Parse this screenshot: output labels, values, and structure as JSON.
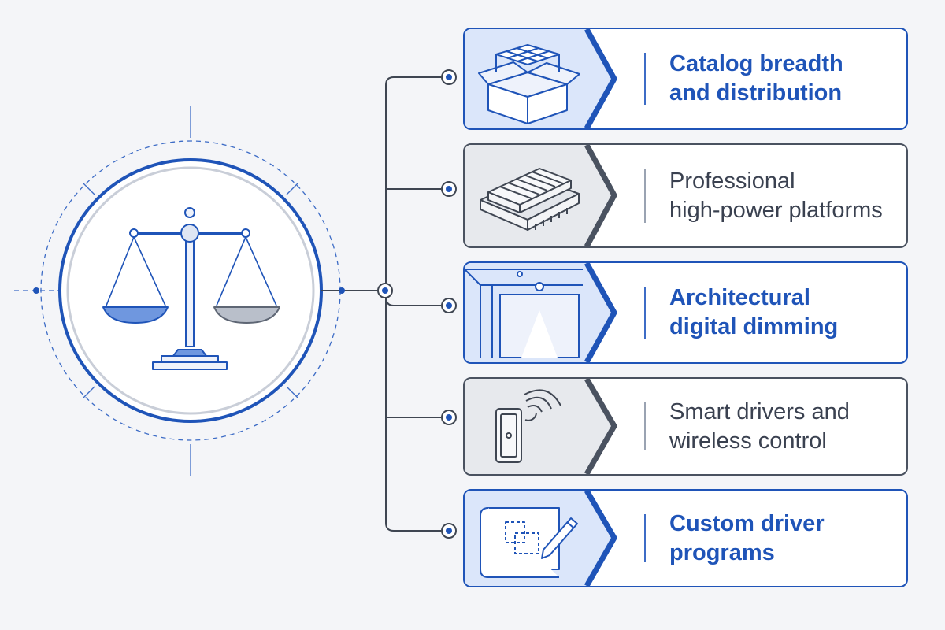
{
  "items": [
    {
      "label": "Catalog breadth\nand distribution",
      "icon": "open-box-icon",
      "style": "blue"
    },
    {
      "label": "Professional\nhigh-power platforms",
      "icon": "heatsink-icon",
      "style": "gray"
    },
    {
      "label": "Architectural\ndigital dimming",
      "icon": "ceiling-light-icon",
      "style": "blue"
    },
    {
      "label": "Smart drivers and\nwireless control",
      "icon": "wireless-switch-icon",
      "style": "gray"
    },
    {
      "label": "Custom driver\nprograms",
      "icon": "blueprint-pencil-icon",
      "style": "blue"
    }
  ],
  "hub_icon": "balance-scale-icon",
  "colors": {
    "blue_accent": "#1f54b8",
    "gray_accent": "#4a5260",
    "panel_blue": "#dbe6fa",
    "panel_gray": "#e7e9ed",
    "background": "#f4f5f8"
  }
}
